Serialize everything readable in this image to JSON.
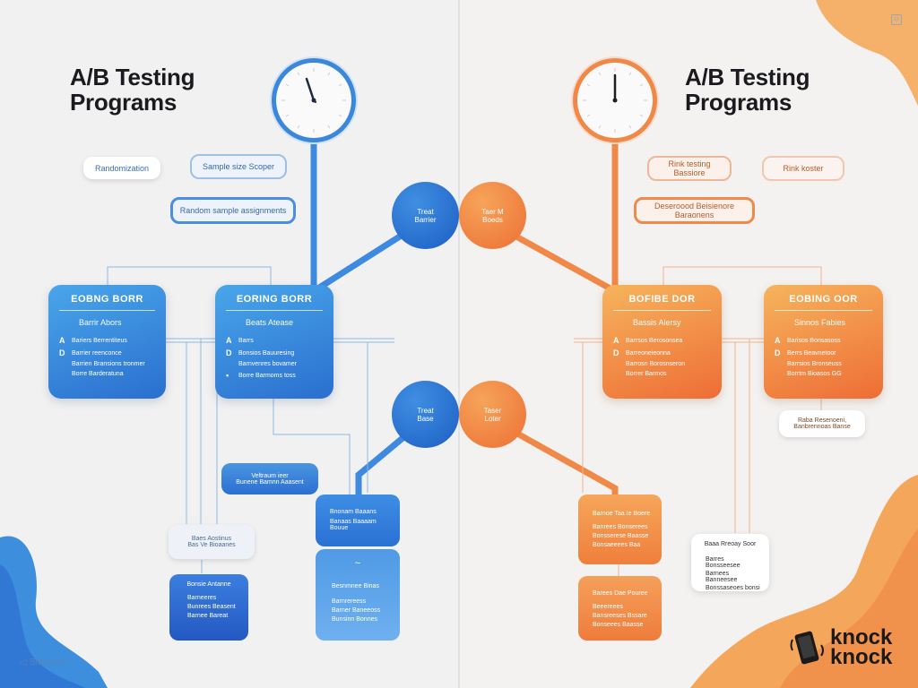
{
  "left": {
    "title_line1": "A/B Testing",
    "title_line2": "Programs",
    "pills": {
      "p1": "Randomization",
      "p2": "Sample size Scoper",
      "p3": "Random sample assignments"
    },
    "node_top": {
      "line1": "Treat",
      "line2": "Barrier"
    },
    "node_mid": {
      "line1": "Treat",
      "line2": "Base"
    },
    "card_a": {
      "title": "EOBNG BORR",
      "sub": "Barrir Abors",
      "row1": "Bariers Berrentiteus",
      "row2": "Barrier reenconce",
      "row3": "Barrien Bransions tronmer",
      "row4": "Borre Barderatuna"
    },
    "card_b": {
      "title": "EORING BORR",
      "sub": "Beats Atease",
      "row1": "Barrs",
      "row2": "Bonsios Bauuresing",
      "row3": "Barnvenres bovamer",
      "row4": "Borre Barmoms toss"
    },
    "pill_mid": {
      "line1": "Veltraum ieer",
      "line2": "Bunene Bamnn Aaasent"
    },
    "pill_low": {
      "line1": "Baes Aostinus",
      "line2": "Bas Ve Bioaanes"
    },
    "box_low": {
      "title": "Bonsie Antanne",
      "rows": [
        "Barneeres",
        "Bunrees Beasent",
        "Barnee Bareat"
      ]
    },
    "box_right_top": {
      "line1": "Bnonam Baaans",
      "line2": "Banaas Baaaam Bouue"
    },
    "box_right_bottom": {
      "title": "Besnmnee Binas",
      "rows": [
        "Barnrereess",
        "Barner Baneeoss",
        "Bunsinn Bonnes"
      ]
    },
    "footer": "Sntrssids"
  },
  "right": {
    "title_line1": "A/B Testing",
    "title_line2": "Programs",
    "pills": {
      "p1": "Rink testing Bassiore",
      "p2": "Rink koster",
      "p3": "Deseroood Beisienore Baraonens"
    },
    "node_top": {
      "line1": "Taer M",
      "line2": "Boeds"
    },
    "node_mid": {
      "line1": "Taser",
      "line2": "Loter"
    },
    "card_a": {
      "title": "BOFIBE DOR",
      "sub": "Bassis Alersy",
      "row1": "Barrsos Berosonsea",
      "row2": "Barreoneieonna",
      "row3": "Barrosn Borosnseron",
      "row4": "Borrer Barmos"
    },
    "card_b": {
      "title": "EOBING OOR",
      "sub": "Sinnos Fabies",
      "row1": "Barisos Bonsasoss",
      "row2": "Berrs Beavnetoor",
      "row3": "Barrsios Bronseuss",
      "row4": "Borrtm Bioasos GG"
    },
    "pill_side": {
      "line1": "Raba Resenoeni,",
      "line2": "Banbrennoas Banse"
    },
    "box_top": {
      "title": "Barnoe Taa Ie Boere",
      "rows": [
        "Banrees Bonserees",
        "Bonsserese Baasse",
        "Bonsaeeees Baa"
      ]
    },
    "box_bottom": {
      "title": "Barees Dae Pouree",
      "rows": [
        "Beeereees",
        "Bansreeses Bssare",
        "Bonseees Baasse"
      ]
    },
    "white_card": {
      "title": "Baaa Rreoay Soor",
      "rows": [
        "Barres Bonsseesee",
        "Barnees Banneesee",
        "Bonssaseoes bonsi"
      ]
    },
    "logo_line1": "knock",
    "logo_line2": "knock"
  },
  "colors": {
    "blue": "#2f7ad6",
    "orange": "#f07a3c"
  }
}
